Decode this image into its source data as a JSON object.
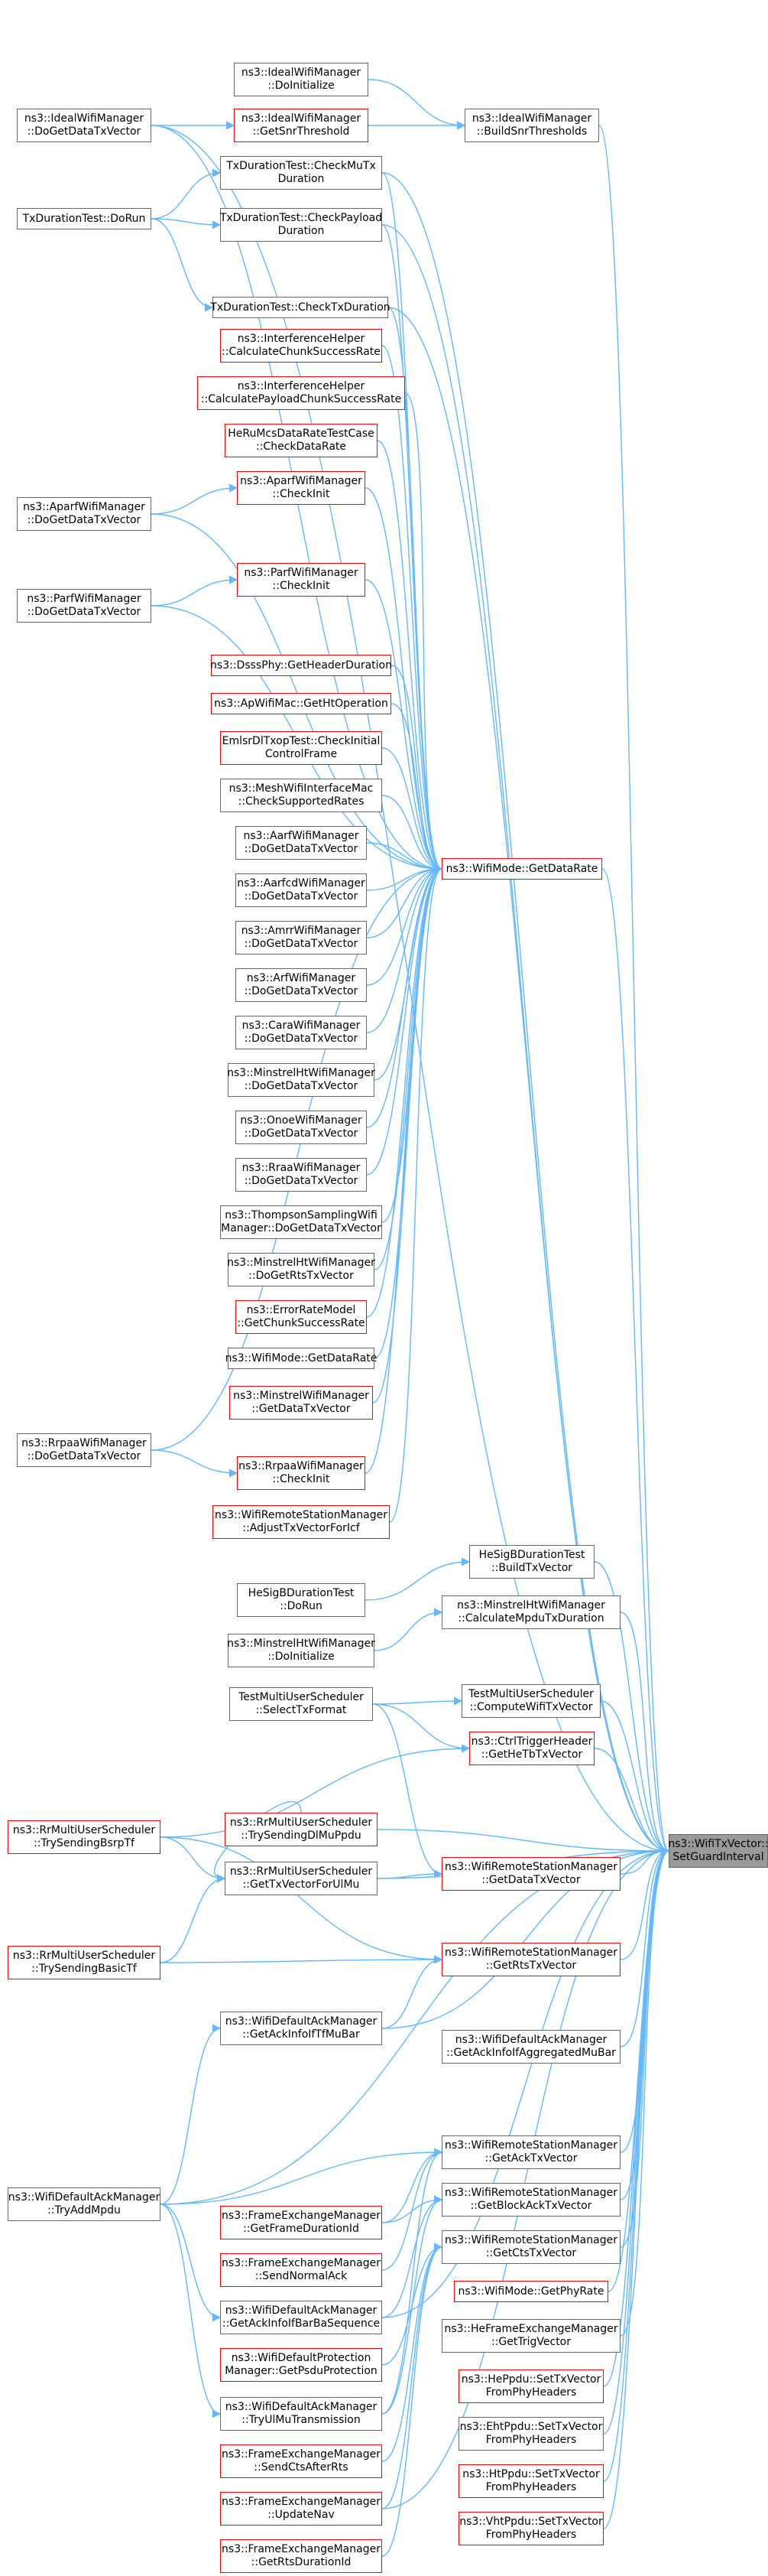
{
  "colors": {
    "edge": "#63b8ff",
    "border": "#666666",
    "highlight_border": "#ff0000",
    "target_fill": "#999999"
  },
  "nodes": [
    {
      "id": "target",
      "lines": [
        "ns3::WifiTxVector::",
        "SetGuardInterval"
      ],
      "style": "target"
    },
    {
      "id": "ideal_doinit",
      "lines": [
        "ns3::IdealWifiManager",
        "::DoInitialize"
      ],
      "style": "normal"
    },
    {
      "id": "ideal_getsnr",
      "lines": [
        "ns3::IdealWifiManager",
        "::GetSnrThreshold"
      ],
      "style": "red"
    },
    {
      "id": "ideal_buildsnr",
      "lines": [
        "ns3::IdealWifiManager",
        "::BuildSnrThresholds"
      ],
      "style": "normal"
    },
    {
      "id": "ideal_dogettx",
      "lines": [
        "ns3::IdealWifiManager",
        "::DoGetDataTxVector"
      ],
      "style": "normal"
    },
    {
      "id": "txd_checkmutx",
      "lines": [
        "TxDurationTest::CheckMuTx",
        "Duration"
      ],
      "style": "normal"
    },
    {
      "id": "txd_checkpayload",
      "lines": [
        "TxDurationTest::CheckPayload",
        "Duration"
      ],
      "style": "normal"
    },
    {
      "id": "txd_dorun",
      "lines": [
        "TxDurationTest::DoRun"
      ],
      "style": "normal"
    },
    {
      "id": "txd_checktx",
      "lines": [
        "TxDurationTest::CheckTxDuration"
      ],
      "style": "normal"
    },
    {
      "id": "interf_chunk",
      "lines": [
        "ns3::InterferenceHelper",
        "::CalculateChunkSuccessRate"
      ],
      "style": "red"
    },
    {
      "id": "interf_payload",
      "lines": [
        "ns3::InterferenceHelper",
        "::CalculatePayloadChunkSuccessRate"
      ],
      "style": "red"
    },
    {
      "id": "heru_check",
      "lines": [
        "HeRuMcsDataRateTestCase",
        "::CheckDataRate"
      ],
      "style": "red"
    },
    {
      "id": "aparf_checkinit",
      "lines": [
        "ns3::AparfWifiManager",
        "::CheckInit"
      ],
      "style": "red"
    },
    {
      "id": "aparf_dogettx",
      "lines": [
        "ns3::AparfWifiManager",
        "::DoGetDataTxVector"
      ],
      "style": "normal"
    },
    {
      "id": "parf_checkinit",
      "lines": [
        "ns3::ParfWifiManager",
        "::CheckInit"
      ],
      "style": "red"
    },
    {
      "id": "parf_dogettx",
      "lines": [
        "ns3::ParfWifiManager",
        "::DoGetDataTxVector"
      ],
      "style": "normal"
    },
    {
      "id": "dsss",
      "lines": [
        "ns3::DsssPhy::GetHeaderDuration"
      ],
      "style": "red"
    },
    {
      "id": "apwifimac",
      "lines": [
        "ns3::ApWifiMac::GetHtOperation"
      ],
      "style": "red"
    },
    {
      "id": "emlsr",
      "lines": [
        "EmlsrDlTxopTest::CheckInitial",
        "ControlFrame"
      ],
      "style": "red"
    },
    {
      "id": "mesh",
      "lines": [
        "ns3::MeshWifiInterfaceMac",
        "::CheckSupportedRates"
      ],
      "style": "normal"
    },
    {
      "id": "aarf",
      "lines": [
        "ns3::AarfWifiManager",
        "::DoGetDataTxVector"
      ],
      "style": "normal"
    },
    {
      "id": "aarfcd",
      "lines": [
        "ns3::AarfcdWifiManager",
        "::DoGetDataTxVector"
      ],
      "style": "normal"
    },
    {
      "id": "amrr",
      "lines": [
        "ns3::AmrrWifiManager",
        "::DoGetDataTxVector"
      ],
      "style": "normal"
    },
    {
      "id": "arf",
      "lines": [
        "ns3::ArfWifiManager",
        "::DoGetDataTxVector"
      ],
      "style": "normal"
    },
    {
      "id": "cara",
      "lines": [
        "ns3::CaraWifiManager",
        "::DoGetDataTxVector"
      ],
      "style": "normal"
    },
    {
      "id": "minstrelht",
      "lines": [
        "ns3::MinstrelHtWifiManager",
        "::DoGetDataTxVector"
      ],
      "style": "normal"
    },
    {
      "id": "onoe",
      "lines": [
        "ns3::OnoeWifiManager",
        "::DoGetDataTxVector"
      ],
      "style": "normal"
    },
    {
      "id": "rraa",
      "lines": [
        "ns3::RraaWifiManager",
        "::DoGetDataTxVector"
      ],
      "style": "normal"
    },
    {
      "id": "thompson",
      "lines": [
        "ns3::ThompsonSamplingWifi",
        "Manager::DoGetDataTxVector"
      ],
      "style": "normal"
    },
    {
      "id": "minstrelht_rts",
      "lines": [
        "ns3::MinstrelHtWifiManager",
        "::DoGetRtsTxVector"
      ],
      "style": "normal"
    },
    {
      "id": "errorrate",
      "lines": [
        "ns3::ErrorRateModel",
        "::GetChunkSuccessRate"
      ],
      "style": "red"
    },
    {
      "id": "wifimode_getdr",
      "lines": [
        "ns3::WifiMode::GetDataRate"
      ],
      "style": "normal"
    },
    {
      "id": "minstrel_gettx",
      "lines": [
        "ns3::MinstrelWifiManager",
        "::GetDataTxVector"
      ],
      "style": "red"
    },
    {
      "id": "rrpaa_dogettx",
      "lines": [
        "ns3::RrpaaWifiManager",
        "::DoGetDataTxVector"
      ],
      "style": "normal"
    },
    {
      "id": "rrpaa_checkinit",
      "lines": [
        "ns3::RrpaaWifiManager",
        "::CheckInit"
      ],
      "style": "red"
    },
    {
      "id": "wrsm_adjust",
      "lines": [
        "ns3::WifiRemoteStationManager",
        "::AdjustTxVectorForIcf"
      ],
      "style": "red"
    },
    {
      "id": "getdatarate",
      "lines": [
        "ns3::WifiMode::GetDataRate"
      ],
      "style": "red"
    },
    {
      "id": "hesigb_build",
      "lines": [
        "HeSigBDurationTest",
        "::BuildTxVector"
      ],
      "style": "normal"
    },
    {
      "id": "hesigb_dorun",
      "lines": [
        "HeSigBDurationTest",
        "::DoRun"
      ],
      "style": "normal"
    },
    {
      "id": "minstrelht_calc",
      "lines": [
        "ns3::MinstrelHtWifiManager",
        "::CalculateMpduTxDuration"
      ],
      "style": "normal"
    },
    {
      "id": "minstrelht_doinit",
      "lines": [
        "ns3::MinstrelHtWifiManager",
        "::DoInitialize"
      ],
      "style": "normal"
    },
    {
      "id": "tmus_compute",
      "lines": [
        "TestMultiUserScheduler",
        "::ComputeWifiTxVector"
      ],
      "style": "normal"
    },
    {
      "id": "tmus_select",
      "lines": [
        "TestMultiUserScheduler",
        "::SelectTxFormat"
      ],
      "style": "normal"
    },
    {
      "id": "ctrltrigger",
      "lines": [
        "ns3::CtrlTriggerHeader",
        "::GetHeTbTxVector"
      ],
      "style": "red"
    },
    {
      "id": "rr_trybsrp",
      "lines": [
        "ns3::RrMultiUserScheduler",
        "::TrySendingBsrpTf"
      ],
      "style": "red"
    },
    {
      "id": "rr_trydlmu",
      "lines": [
        "ns3::RrMultiUserScheduler",
        "::TrySendingDlMuPpdu"
      ],
      "style": "red"
    },
    {
      "id": "rr_gettxul",
      "lines": [
        "ns3::RrMultiUserScheduler",
        "::GetTxVectorForUlMu"
      ],
      "style": "normal"
    },
    {
      "id": "wrsm_getdatatx",
      "lines": [
        "ns3::WifiRemoteStationManager",
        "::GetDataTxVector"
      ],
      "style": "red"
    },
    {
      "id": "rr_trybasic",
      "lines": [
        "ns3::RrMultiUserScheduler",
        "::TrySendingBasicTf"
      ],
      "style": "red"
    },
    {
      "id": "wrsm_getrts",
      "lines": [
        "ns3::WifiRemoteStationManager",
        "::GetRtsTxVector"
      ],
      "style": "red"
    },
    {
      "id": "wdam_getackinfotf",
      "lines": [
        "ns3::WifiDefaultAckManager",
        "::GetAckInfoIfTfMuBar"
      ],
      "style": "normal"
    },
    {
      "id": "wdam_getackaggr",
      "lines": [
        "ns3::WifiDefaultAckManager",
        "::GetAckInfoIfAggregatedMuBar"
      ],
      "style": "normal"
    },
    {
      "id": "wdam_tryadd",
      "lines": [
        "ns3::WifiDefaultAckManager",
        "::TryAddMpdu"
      ],
      "style": "normal"
    },
    {
      "id": "fem_getframedur",
      "lines": [
        "ns3::FrameExchangeManager",
        "::GetFrameDurationId"
      ],
      "style": "red"
    },
    {
      "id": "wrsm_getack",
      "lines": [
        "ns3::WifiRemoteStationManager",
        "::GetAckTxVector"
      ],
      "style": "normal"
    },
    {
      "id": "fem_sendnormalack",
      "lines": [
        "ns3::FrameExchangeManager",
        "::SendNormalAck"
      ],
      "style": "red"
    },
    {
      "id": "wrsm_getblockack",
      "lines": [
        "ns3::WifiRemoteStationManager",
        "::GetBlockAckTxVector"
      ],
      "style": "normal"
    },
    {
      "id": "wdam_getackbar",
      "lines": [
        "ns3::WifiDefaultAckManager",
        "::GetAckInfoIfBarBaSequence"
      ],
      "style": "normal"
    },
    {
      "id": "wrsm_getcts",
      "lines": [
        "ns3::WifiRemoteStationManager",
        "::GetCtsTxVector"
      ],
      "style": "normal"
    },
    {
      "id": "wdp_getpsdu",
      "lines": [
        "ns3::WifiDefaultProtection",
        "Manager::GetPsduProtection"
      ],
      "style": "red"
    },
    {
      "id": "wifimode_getphy",
      "lines": [
        "ns3::WifiMode::GetPhyRate"
      ],
      "style": "red"
    },
    {
      "id": "hefem_gettrig",
      "lines": [
        "ns3::HeFrameExchangeManager",
        "::GetTrigVector"
      ],
      "style": "normal"
    },
    {
      "id": "wdam_tryulmu",
      "lines": [
        "ns3::WifiDefaultAckManager",
        "::TryUlMuTransmission"
      ],
      "style": "normal"
    },
    {
      "id": "heppdu_set",
      "lines": [
        "ns3::HePpdu::SetTxVector",
        "FromPhyHeaders"
      ],
      "style": "red"
    },
    {
      "id": "fem_sendcts",
      "lines": [
        "ns3::FrameExchangeManager",
        "::SendCtsAfterRts"
      ],
      "style": "red"
    },
    {
      "id": "ehtppdu_set",
      "lines": [
        "ns3::EhtPpdu::SetTxVector",
        "FromPhyHeaders"
      ],
      "style": "normal"
    },
    {
      "id": "fem_updatenav",
      "lines": [
        "ns3::FrameExchangeManager",
        "::UpdateNav"
      ],
      "style": "red"
    },
    {
      "id": "htppdu_set",
      "lines": [
        "ns3::HtPpdu::SetTxVector",
        "FromPhyHeaders"
      ],
      "style": "red"
    },
    {
      "id": "fem_getrtsdur",
      "lines": [
        "ns3::FrameExchangeManager",
        "::GetRtsDurationId"
      ],
      "style": "red"
    },
    {
      "id": "vhtppdu_set",
      "lines": [
        "ns3::VhtPpdu::SetTxVector",
        "FromPhyHeaders"
      ],
      "style": "red"
    }
  ],
  "edges": [
    [
      "ideal_dogettx",
      "target"
    ],
    [
      "ideal_doinit",
      "ideal_buildsnr"
    ],
    [
      "ideal_getsnr",
      "ideal_buildsnr"
    ],
    [
      "ideal_dogettx",
      "ideal_getsnr"
    ],
    [
      "ideal_buildsnr",
      "target"
    ],
    [
      "txd_dorun",
      "txd_checkmutx"
    ],
    [
      "txd_dorun",
      "txd_checkpayload"
    ],
    [
      "txd_dorun",
      "txd_checktx"
    ],
    [
      "txd_checkmutx",
      "target"
    ],
    [
      "txd_checkpayload",
      "target"
    ],
    [
      "txd_checktx",
      "target"
    ],
    [
      "ideal_dogettx",
      "getdatarate"
    ],
    [
      "txd_checkmutx",
      "getdatarate"
    ],
    [
      "txd_checkpayload",
      "getdatarate"
    ],
    [
      "txd_checktx",
      "getdatarate"
    ],
    [
      "interf_chunk",
      "getdatarate"
    ],
    [
      "interf_payload",
      "getdatarate"
    ],
    [
      "heru_check",
      "getdatarate"
    ],
    [
      "aparf_checkinit",
      "getdatarate"
    ],
    [
      "aparf_dogettx",
      "aparf_checkinit"
    ],
    [
      "aparf_dogettx",
      "getdatarate"
    ],
    [
      "parf_checkinit",
      "getdatarate"
    ],
    [
      "parf_dogettx",
      "parf_checkinit"
    ],
    [
      "parf_dogettx",
      "getdatarate"
    ],
    [
      "dsss",
      "getdatarate"
    ],
    [
      "apwifimac",
      "getdatarate"
    ],
    [
      "emlsr",
      "getdatarate"
    ],
    [
      "mesh",
      "getdatarate"
    ],
    [
      "aarf",
      "getdatarate"
    ],
    [
      "aarfcd",
      "getdatarate"
    ],
    [
      "amrr",
      "getdatarate"
    ],
    [
      "arf",
      "getdatarate"
    ],
    [
      "cara",
      "getdatarate"
    ],
    [
      "minstrelht",
      "getdatarate"
    ],
    [
      "onoe",
      "getdatarate"
    ],
    [
      "rraa",
      "getdatarate"
    ],
    [
      "thompson",
      "getdatarate"
    ],
    [
      "minstrelht_rts",
      "getdatarate"
    ],
    [
      "errorrate",
      "getdatarate"
    ],
    [
      "wifimode_getdr",
      "getdatarate"
    ],
    [
      "minstrel_gettx",
      "getdatarate"
    ],
    [
      "rrpaa_dogettx",
      "getdatarate"
    ],
    [
      "rrpaa_checkinit",
      "getdatarate"
    ],
    [
      "rrpaa_dogettx",
      "rrpaa_checkinit"
    ],
    [
      "wrsm_adjust",
      "getdatarate"
    ],
    [
      "getdatarate",
      "target"
    ],
    [
      "hesigb_dorun",
      "hesigb_build"
    ],
    [
      "hesigb_build",
      "target"
    ],
    [
      "minstrelht_doinit",
      "minstrelht_calc"
    ],
    [
      "minstrelht_calc",
      "target"
    ],
    [
      "tmus_select",
      "tmus_compute"
    ],
    [
      "tmus_compute",
      "target"
    ],
    [
      "tmus_select",
      "ctrltrigger"
    ],
    [
      "ctrltrigger",
      "target"
    ],
    [
      "rr_trybsrp",
      "ctrltrigger"
    ],
    [
      "rr_trydlmu",
      "target"
    ],
    [
      "rr_gettxul",
      "wrsm_getdatatx"
    ],
    [
      "rr_gettxul",
      "target"
    ],
    [
      "rr_trybsrp",
      "rr_gettxul"
    ],
    [
      "rr_trydlmu",
      "rr_gettxul"
    ],
    [
      "rr_trybasic",
      "rr_gettxul"
    ],
    [
      "tmus_select",
      "wrsm_getdatatx"
    ],
    [
      "wrsm_getdatatx",
      "target"
    ],
    [
      "rr_trybasic",
      "wrsm_getrts"
    ],
    [
      "rr_trybsrp",
      "wrsm_getrts"
    ],
    [
      "wrsm_getrts",
      "target"
    ],
    [
      "wdam_getackinfotf",
      "wrsm_getrts"
    ],
    [
      "wdam_getackinfotf",
      "target"
    ],
    [
      "wdam_getackaggr",
      "target"
    ],
    [
      "wdam_tryadd",
      "wdam_getackinfotf"
    ],
    [
      "wdam_tryadd",
      "wdam_getackbar"
    ],
    [
      "wdam_tryadd",
      "wrsm_getack"
    ],
    [
      "wdam_tryadd",
      "wdam_tryulmu"
    ],
    [
      "wdam_tryadd",
      "target"
    ],
    [
      "fem_getframedur",
      "wrsm_getack"
    ],
    [
      "fem_sendnormalack",
      "wrsm_getack"
    ],
    [
      "wrsm_getack",
      "target"
    ],
    [
      "wdam_getackbar",
      "wrsm_getblockack"
    ],
    [
      "wdam_getackbar",
      "target"
    ],
    [
      "wrsm_getblockack",
      "target"
    ],
    [
      "wdp_getpsdu",
      "wrsm_getcts"
    ],
    [
      "fem_sendcts",
      "wrsm_getcts"
    ],
    [
      "fem_updatenav",
      "wrsm_getcts"
    ],
    [
      "fem_getrtsdur",
      "wrsm_getcts"
    ],
    [
      "wrsm_getcts",
      "target"
    ],
    [
      "wdam_tryulmu",
      "wrsm_getack"
    ],
    [
      "wdam_tryulmu",
      "wrsm_getblockack"
    ],
    [
      "wifimode_getphy",
      "target"
    ],
    [
      "hefem_gettrig",
      "target"
    ],
    [
      "heppdu_set",
      "target"
    ],
    [
      "ehtppdu_set",
      "target"
    ],
    [
      "htppdu_set",
      "target"
    ],
    [
      "vhtppdu_set",
      "target"
    ],
    [
      "fem_getframedur",
      "wrsm_getblockack"
    ],
    [
      "fem_updatenav",
      "target"
    ]
  ]
}
